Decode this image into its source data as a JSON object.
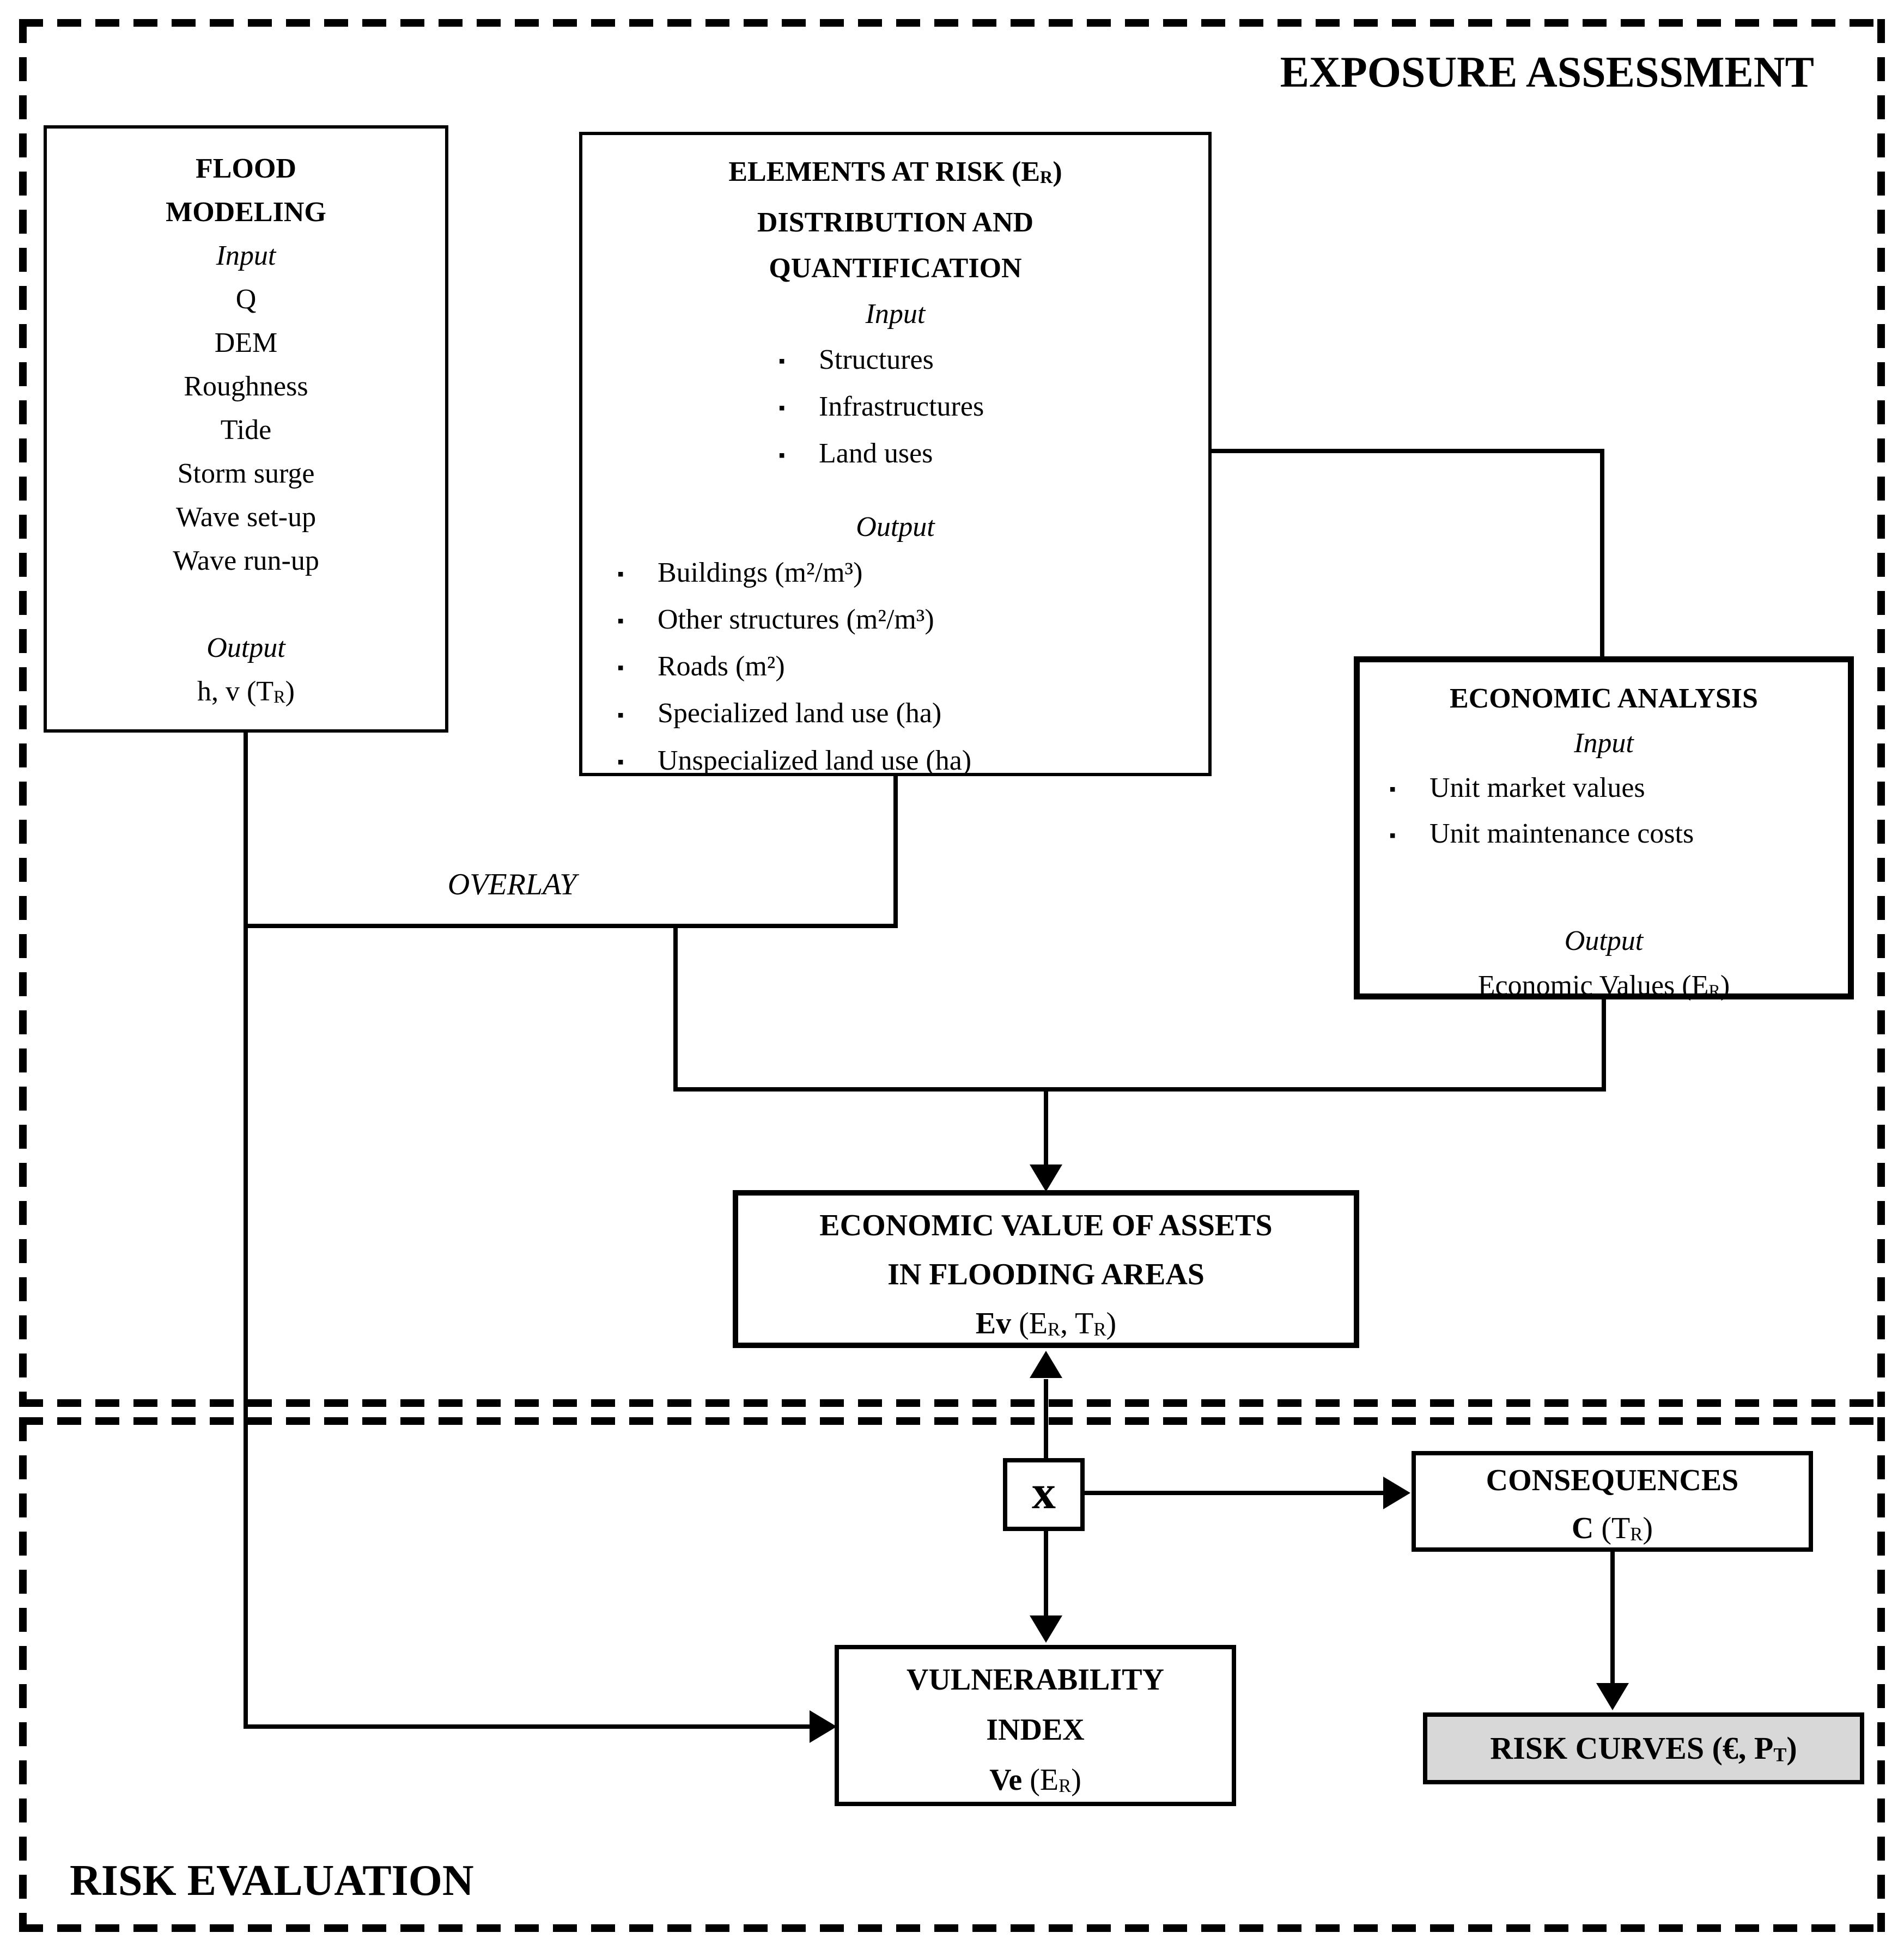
{
  "regions": {
    "exposure_title": "EXPOSURE ASSESSMENT",
    "risk_title": "RISK EVALUATION"
  },
  "glyphs": {
    "bullet": "▪"
  },
  "colors": {
    "line": "#000000",
    "risk_curves_bg": "#d8d8d8",
    "text": "#000000"
  },
  "flood_modeling": {
    "title_lines": [
      "FLOOD",
      "MODELING"
    ],
    "input_label": "Input",
    "inputs": [
      "Q",
      "DEM",
      "Roughness",
      "Tide",
      "Storm surge",
      "Wave set-up",
      "Wave run-up"
    ],
    "output_label": "Output",
    "output": {
      "p1": "h, v (T",
      "s1": "R",
      "p2": ")"
    }
  },
  "elements_at_risk": {
    "title1": {
      "p1": "ELEMENTS AT RISK (E",
      "s1": "R",
      "p2": ")"
    },
    "title2": "DISTRIBUTION AND",
    "title3": "QUANTIFICATION",
    "input_label": "Input",
    "inputs": [
      "Structures",
      "Infrastructures",
      "Land uses"
    ],
    "output_label": "Output",
    "outputs": [
      "Buildings (m²/m³)",
      "Other structures (m²/m³)",
      "Roads (m²)",
      "Specialized land use (ha)",
      "Unspecialized land use (ha)"
    ]
  },
  "economic_analysis": {
    "title": "ECONOMIC ANALYSIS",
    "input_label": "Input",
    "inputs": [
      "Unit market values",
      "Unit maintenance costs"
    ],
    "output_label": "Output",
    "output": {
      "p1": "Economic Values (E",
      "s1": "R",
      "p2": ")"
    }
  },
  "overlay_label": "OVERLAY",
  "economic_value": {
    "line1": "ECONOMIC VALUE OF ASSETS",
    "line2": "IN FLOODING AREAS",
    "formula": {
      "b1": "Ev",
      "p1": " (E",
      "s1": "R",
      "p2": ", T",
      "s2": "R",
      "p3": ")"
    }
  },
  "multiply_node": {
    "label": "x"
  },
  "consequences": {
    "title": "CONSEQUENCES",
    "formula": {
      "b1": "C",
      "p1": " (T",
      "s1": "R",
      "p2": ")"
    }
  },
  "vulnerability_index": {
    "line1": "VULNERABILITY",
    "line2": "INDEX",
    "formula": {
      "b1": "Ve",
      "p1": " (E",
      "s1": "R",
      "p2": ")"
    }
  },
  "risk_curves": {
    "formula": {
      "p1": "RISK CURVES (€, P",
      "s1": "T",
      "p2": ")"
    }
  }
}
